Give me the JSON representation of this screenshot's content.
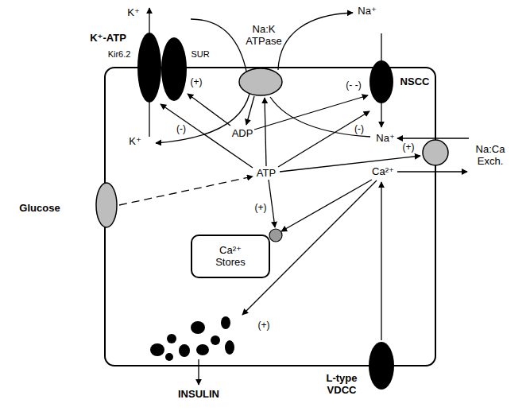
{
  "diagram": {
    "nodes": [
      {
        "text": [
          "K⁺-ATP",
          "Kir6.2",
          "SUR"
        ]
      },
      {
        "text": [
          "Na:K ATPase"
        ]
      },
      {
        "text": [
          "NSCC"
        ]
      },
      {
        "text": [
          "Na:Ca Exch."
        ]
      },
      {
        "text": [
          "Glucose"
        ]
      },
      {
        "text": [
          "Ca²⁺ Stores"
        ]
      },
      {
        "text": [
          "L-type VDCC"
        ]
      }
    ],
    "labels": [
      "K⁺",
      "Na⁺",
      "(+)",
      "(- -)",
      "ADP",
      "(-)",
      "(-)",
      "K⁺",
      "Na⁺",
      "(+)",
      "ATP",
      "Ca²⁺",
      "(+)",
      "(+)",
      "INSULIN"
    ]
  }
}
